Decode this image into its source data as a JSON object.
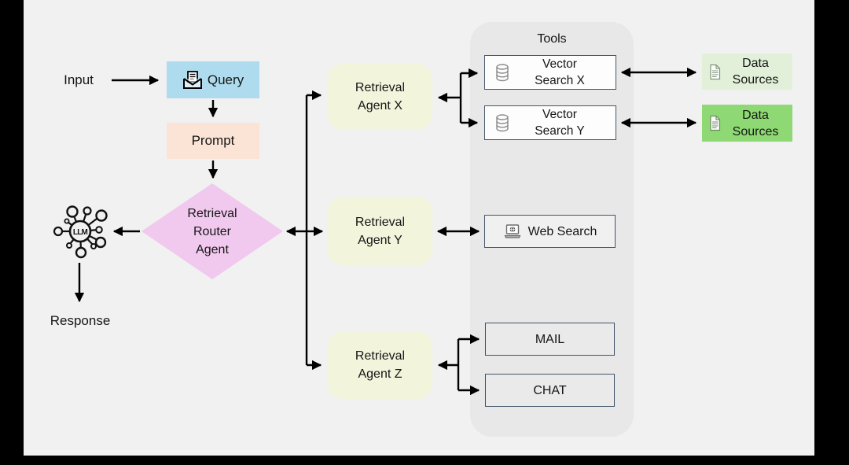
{
  "diagram": {
    "input_label": "Input",
    "query_label": "Query",
    "prompt_label": "Prompt",
    "router_label": "Retrieval\nRouter\nAgent",
    "llm_label": "LLM",
    "response_label": "Response",
    "agents": [
      {
        "label": "Retrieval\nAgent X"
      },
      {
        "label": "Retrieval\nAgent Y"
      },
      {
        "label": "Retrieval\nAgent Z"
      }
    ],
    "tools_panel": {
      "title": "Tools",
      "vector_search_x": "Vector\nSearch X",
      "vector_search_y": "Vector\nSearch Y",
      "web_search": "Web Search",
      "mail": "MAIL",
      "chat": "CHAT"
    },
    "data_sources": [
      {
        "label": "Data\nSources"
      },
      {
        "label": "Data\nSources"
      }
    ],
    "icons": {
      "query": "open-envelope-icon",
      "llm": "llm-network-hub-icon",
      "vector_search": "database-cylinder-icon",
      "web_search": "laptop-globe-icon",
      "data_sources": "document-page-icon"
    },
    "colors": {
      "background": "#f1f1f1",
      "frame_bars": "#000000",
      "query_fill": "#aedcee",
      "prompt_fill": "#fbe3d6",
      "router_fill": "#f1c9ee",
      "agent_fill": "#f2f4dc",
      "tools_panel_fill": "#e8e8e8",
      "tool_box_border": "#44546a",
      "data_sources_light_fill": "#e2f0d9",
      "data_sources_green_fill": "#8ed973",
      "arrow": "#000000"
    }
  }
}
